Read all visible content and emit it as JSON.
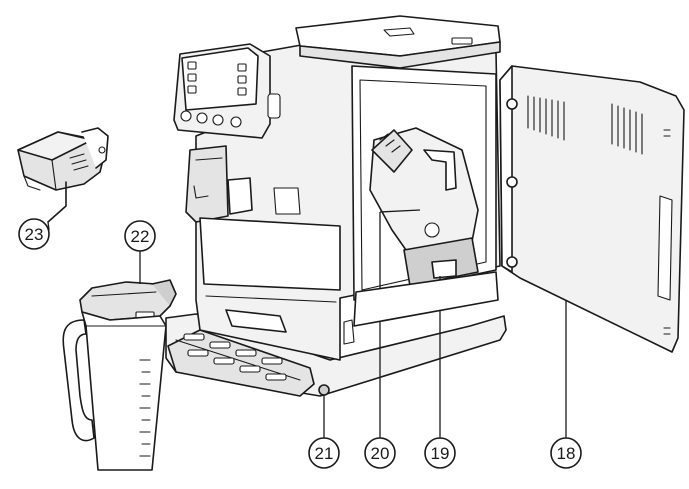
{
  "callouts": {
    "c18": "18",
    "c19": "19",
    "c20": "20",
    "c21": "21",
    "c22": "22",
    "c23": "23"
  },
  "colors": {
    "stroke": "#1a1a1a",
    "body": "#f2f2f2",
    "shade": "#e4e4e4",
    "dark": "#cfcfcf"
  }
}
